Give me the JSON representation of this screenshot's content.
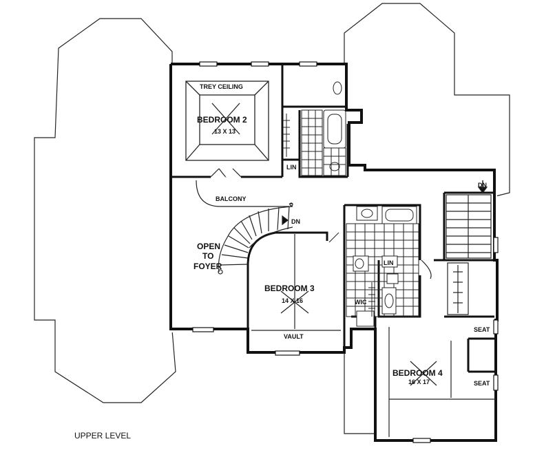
{
  "plan": {
    "title": "UPPER LEVEL",
    "labels": {
      "trey_ceiling": "TREY CEILING",
      "bedroom2": "BEDROOM 2",
      "bedroom2_size": "13 X 13",
      "lin1": "LIN",
      "balcony": "BALCONY",
      "dn1": "DN",
      "dn2": "DN",
      "open1": "OPEN",
      "open2": "TO",
      "open3": "FOYER",
      "bedroom3": "BEDROOM 3",
      "bedroom3_size": "14 X 16",
      "vault": "VAULT",
      "lin2": "LIN",
      "wic": "WIC",
      "seat1": "SEAT",
      "seat2": "SEAT",
      "bedroom4": "BEDROOM 4",
      "bedroom4_size": "16 X 17"
    }
  }
}
